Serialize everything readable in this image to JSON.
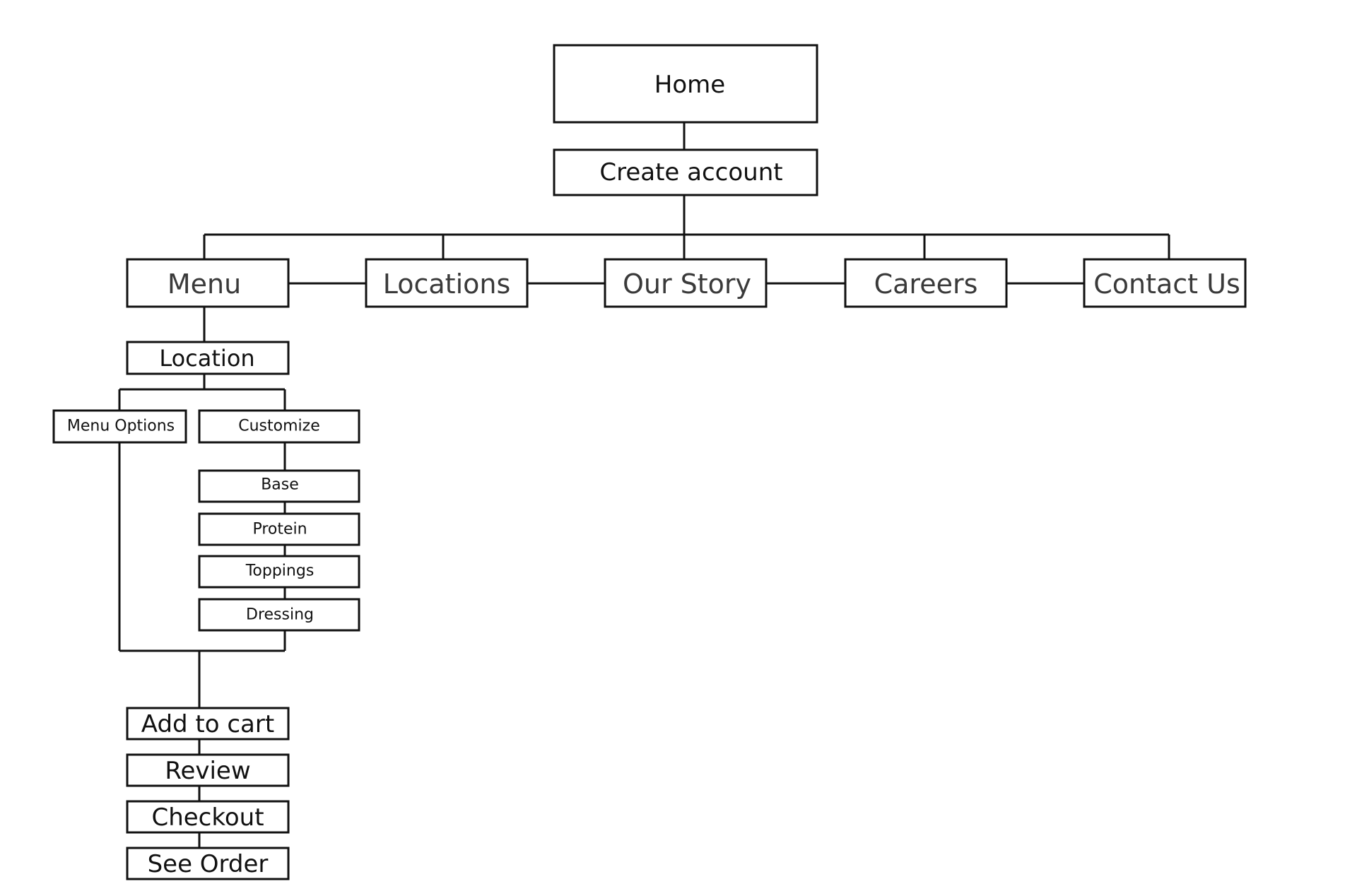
{
  "sitemap": {
    "home": "Home",
    "create_account": "Create account",
    "top_nav": [
      "Menu",
      "Locations",
      "Our Story",
      "Careers",
      "Contact Us"
    ],
    "location": "Location",
    "menu_options": "Menu Options",
    "customize": "Customize",
    "customize_steps": [
      "Base",
      "Protein",
      "Toppings",
      "Dressing"
    ],
    "checkout_flow": [
      "Add to cart",
      "Review",
      "Checkout",
      "See Order"
    ]
  }
}
